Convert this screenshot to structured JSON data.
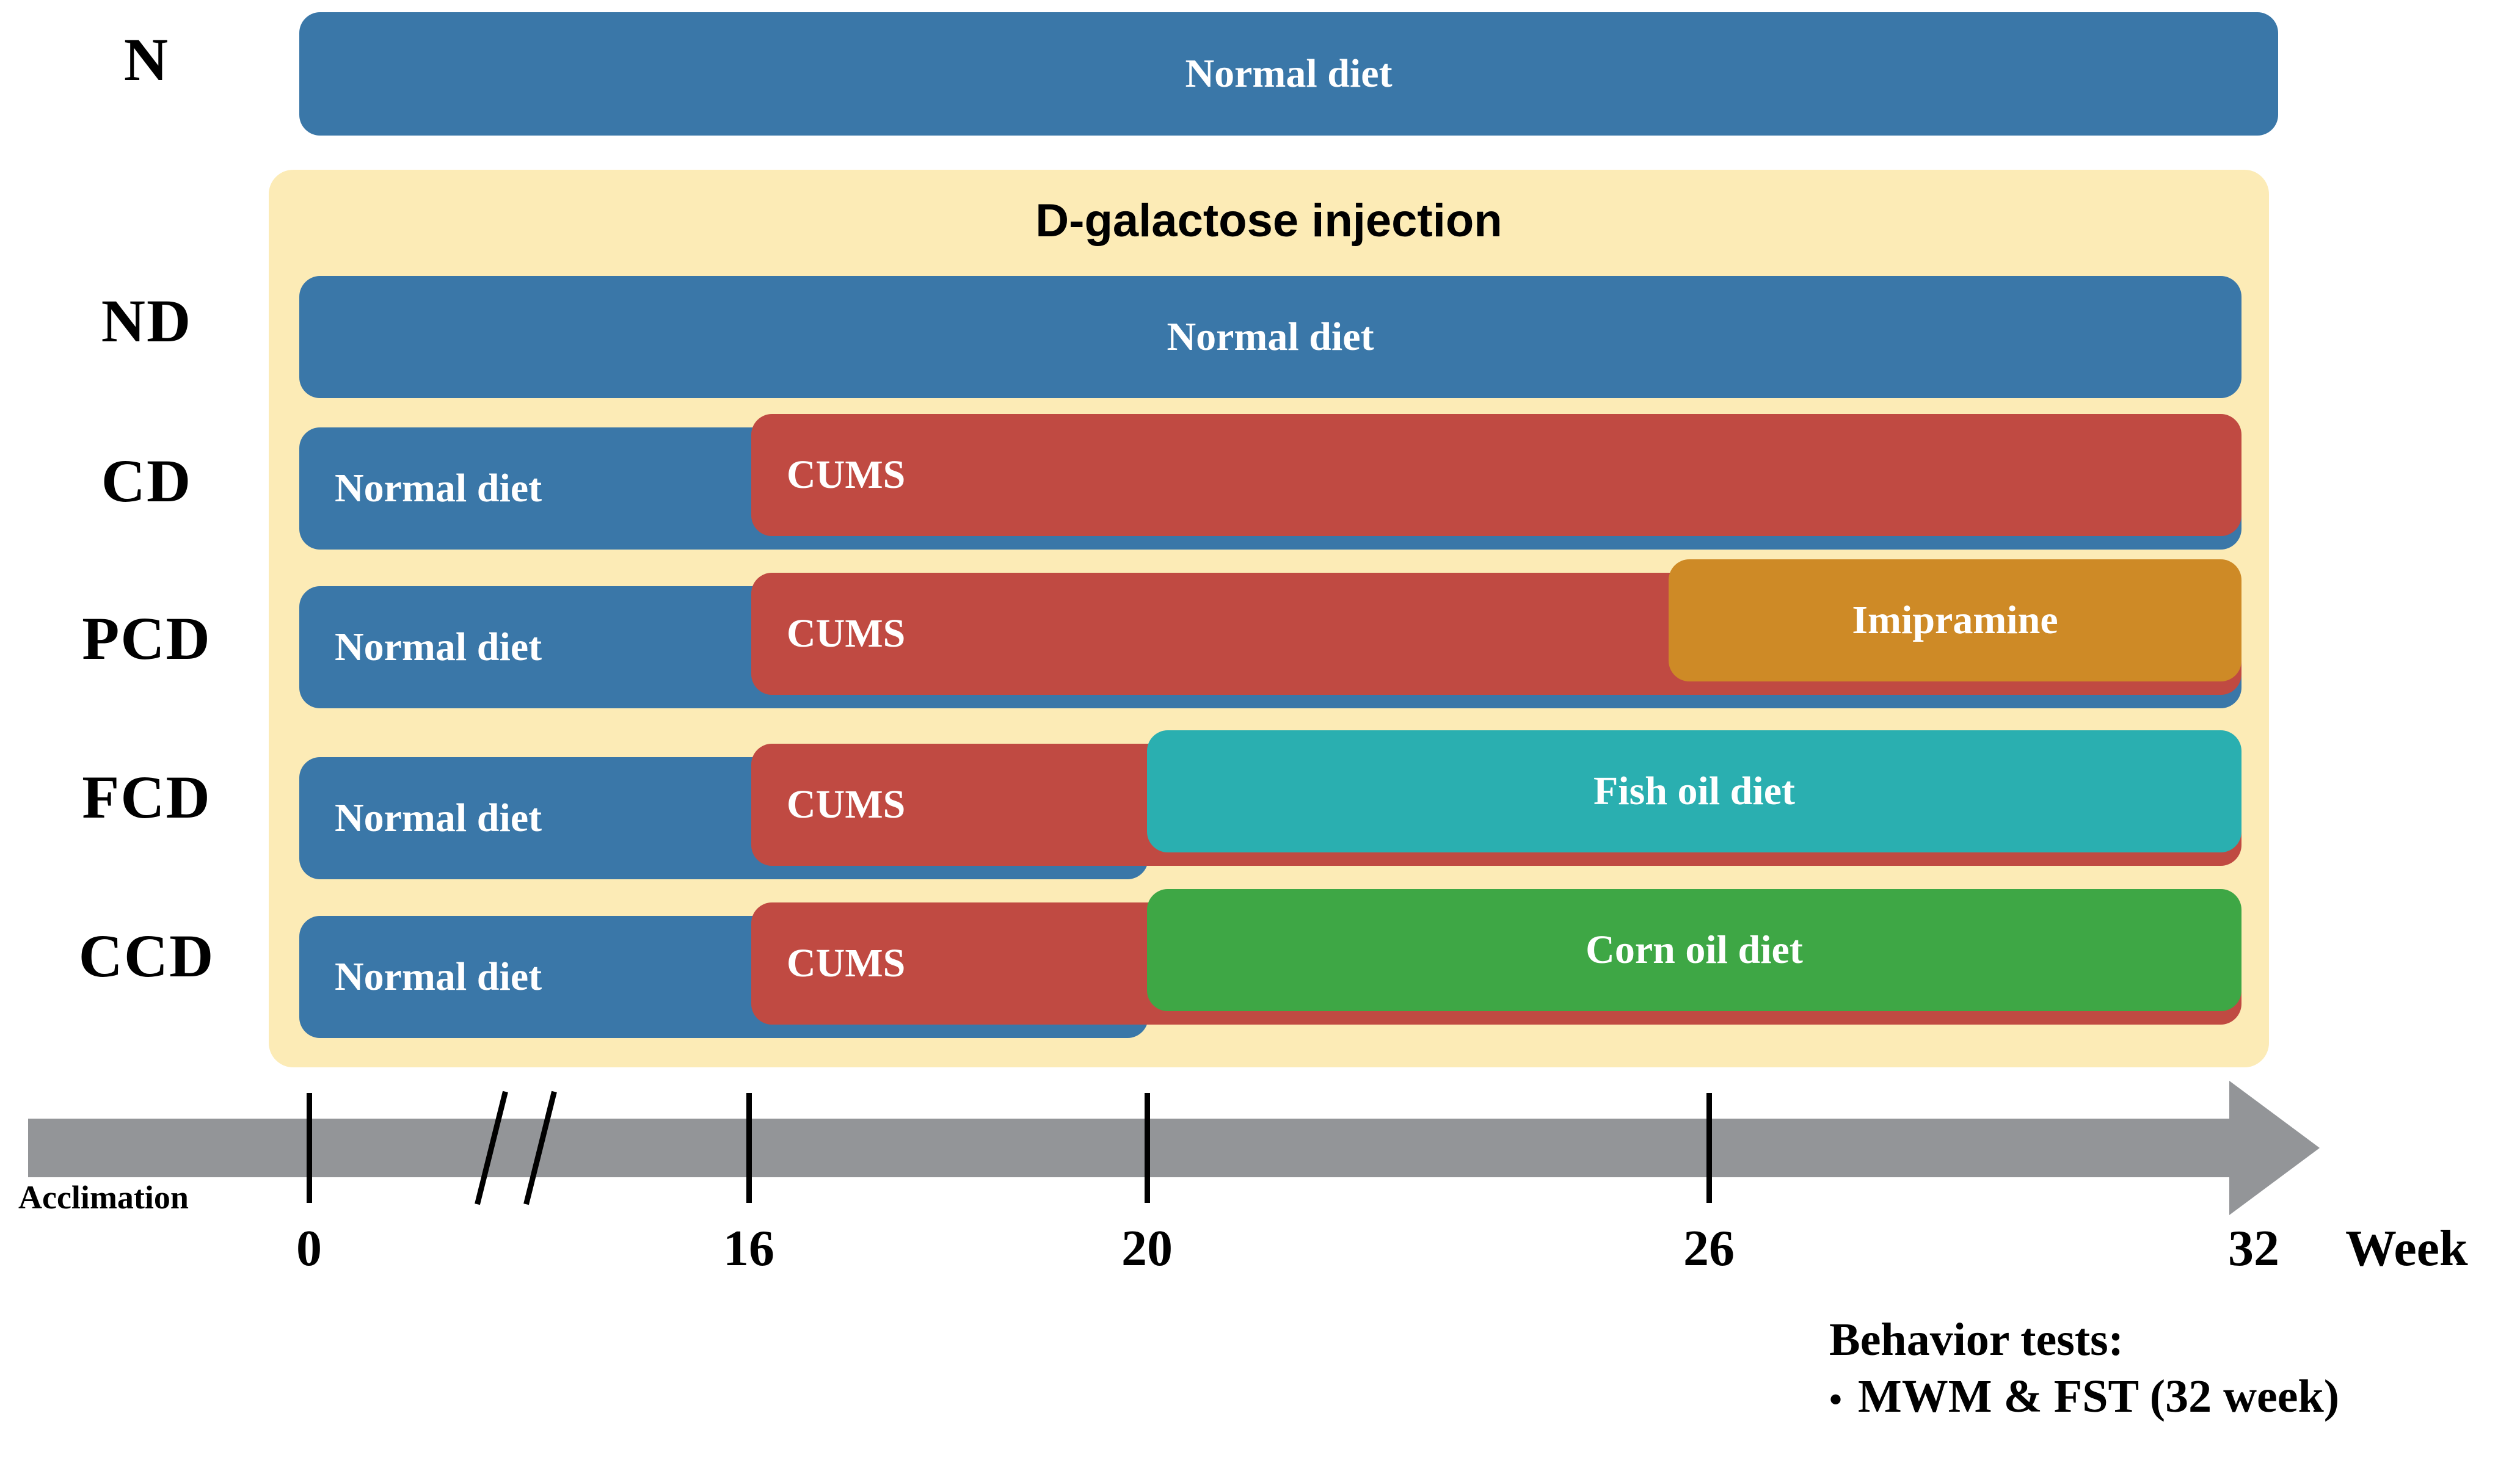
{
  "figure": {
    "kind": "experimental-timeline",
    "colors": {
      "normal_diet": "#3A77A8",
      "cums": "#C04A42",
      "imipramine": "#CE8A26",
      "fish_oil": "#2AAFB0",
      "corn_oil": "#3EA745",
      "dgal_panel": "#FCEBB6",
      "axis": "#939598",
      "text_on_bar": "#FFFFFF",
      "text": "#000000"
    }
  },
  "dgal": {
    "label": "D-galactose injection"
  },
  "groups": [
    {
      "id": "N",
      "label": "N"
    },
    {
      "id": "ND",
      "label": "ND"
    },
    {
      "id": "CD",
      "label": "CD"
    },
    {
      "id": "PCD",
      "label": "PCD"
    },
    {
      "id": "FCD",
      "label": "FCD"
    },
    {
      "id": "CCD",
      "label": "CCD"
    }
  ],
  "bars": {
    "normal_diet": "Normal diet",
    "cums": "CUMS",
    "imipramine": "Imipramine",
    "fish_oil": "Fish oil diet",
    "corn_oil": "Corn oil diet"
  },
  "timeline": {
    "acclimation": "Acclimation",
    "unit": "Week",
    "ticks": [
      {
        "value": "0"
      },
      {
        "value": "16"
      },
      {
        "value": "20"
      },
      {
        "value": "26"
      },
      {
        "value": "32"
      }
    ]
  },
  "behavior": {
    "heading": "Behavior tests:",
    "bullet": "•",
    "item": "MWM & FST (32 week)"
  },
  "chart_data": {
    "type": "table",
    "title": "Experimental design timeline",
    "xlabel": "Week",
    "xlim": [
      0,
      32
    ],
    "x_ticks": [
      0,
      16,
      20,
      26,
      32
    ],
    "axis_break_between": [
      0,
      16
    ],
    "categories": [
      "N",
      "ND",
      "CD",
      "PCD",
      "FCD",
      "CCD"
    ],
    "dgal_injection_groups": [
      "ND",
      "CD",
      "PCD",
      "FCD",
      "CCD"
    ],
    "series": [
      {
        "name": "N",
        "segments": [
          {
            "label": "Normal diet",
            "start": 0,
            "end": 32,
            "color": "#3A77A8"
          }
        ]
      },
      {
        "name": "ND",
        "segments": [
          {
            "label": "Normal diet",
            "start": 0,
            "end": 32,
            "color": "#3A77A8"
          }
        ]
      },
      {
        "name": "CD",
        "segments": [
          {
            "label": "Normal diet",
            "start": 0,
            "end": 32,
            "color": "#3A77A8"
          },
          {
            "label": "CUMS",
            "start": 16,
            "end": 32,
            "color": "#C04A42"
          }
        ]
      },
      {
        "name": "PCD",
        "segments": [
          {
            "label": "Normal diet",
            "start": 0,
            "end": 32,
            "color": "#3A77A8"
          },
          {
            "label": "CUMS",
            "start": 16,
            "end": 32,
            "color": "#C04A42"
          },
          {
            "label": "Imipramine",
            "start": 26,
            "end": 32,
            "color": "#CE8A26"
          }
        ]
      },
      {
        "name": "FCD",
        "segments": [
          {
            "label": "Normal diet",
            "start": 0,
            "end": 20,
            "color": "#3A77A8"
          },
          {
            "label": "CUMS",
            "start": 16,
            "end": 32,
            "color": "#C04A42"
          },
          {
            "label": "Fish oil diet",
            "start": 20,
            "end": 32,
            "color": "#2AAFB0"
          }
        ]
      },
      {
        "name": "CCD",
        "segments": [
          {
            "label": "Normal diet",
            "start": 0,
            "end": 20,
            "color": "#3A77A8"
          },
          {
            "label": "CUMS",
            "start": 16,
            "end": 32,
            "color": "#C04A42"
          },
          {
            "label": "Corn oil diet",
            "start": 20,
            "end": 32,
            "color": "#3EA745"
          }
        ]
      }
    ],
    "annotations": [
      {
        "text": "Acclimation",
        "before_week": 0
      },
      {
        "text": "D-galactose injection",
        "covers": [
          "ND",
          "CD",
          "PCD",
          "FCD",
          "CCD"
        ]
      },
      {
        "text": "Behavior tests: MWM & FST (32 week)",
        "at_week": 32
      }
    ]
  }
}
